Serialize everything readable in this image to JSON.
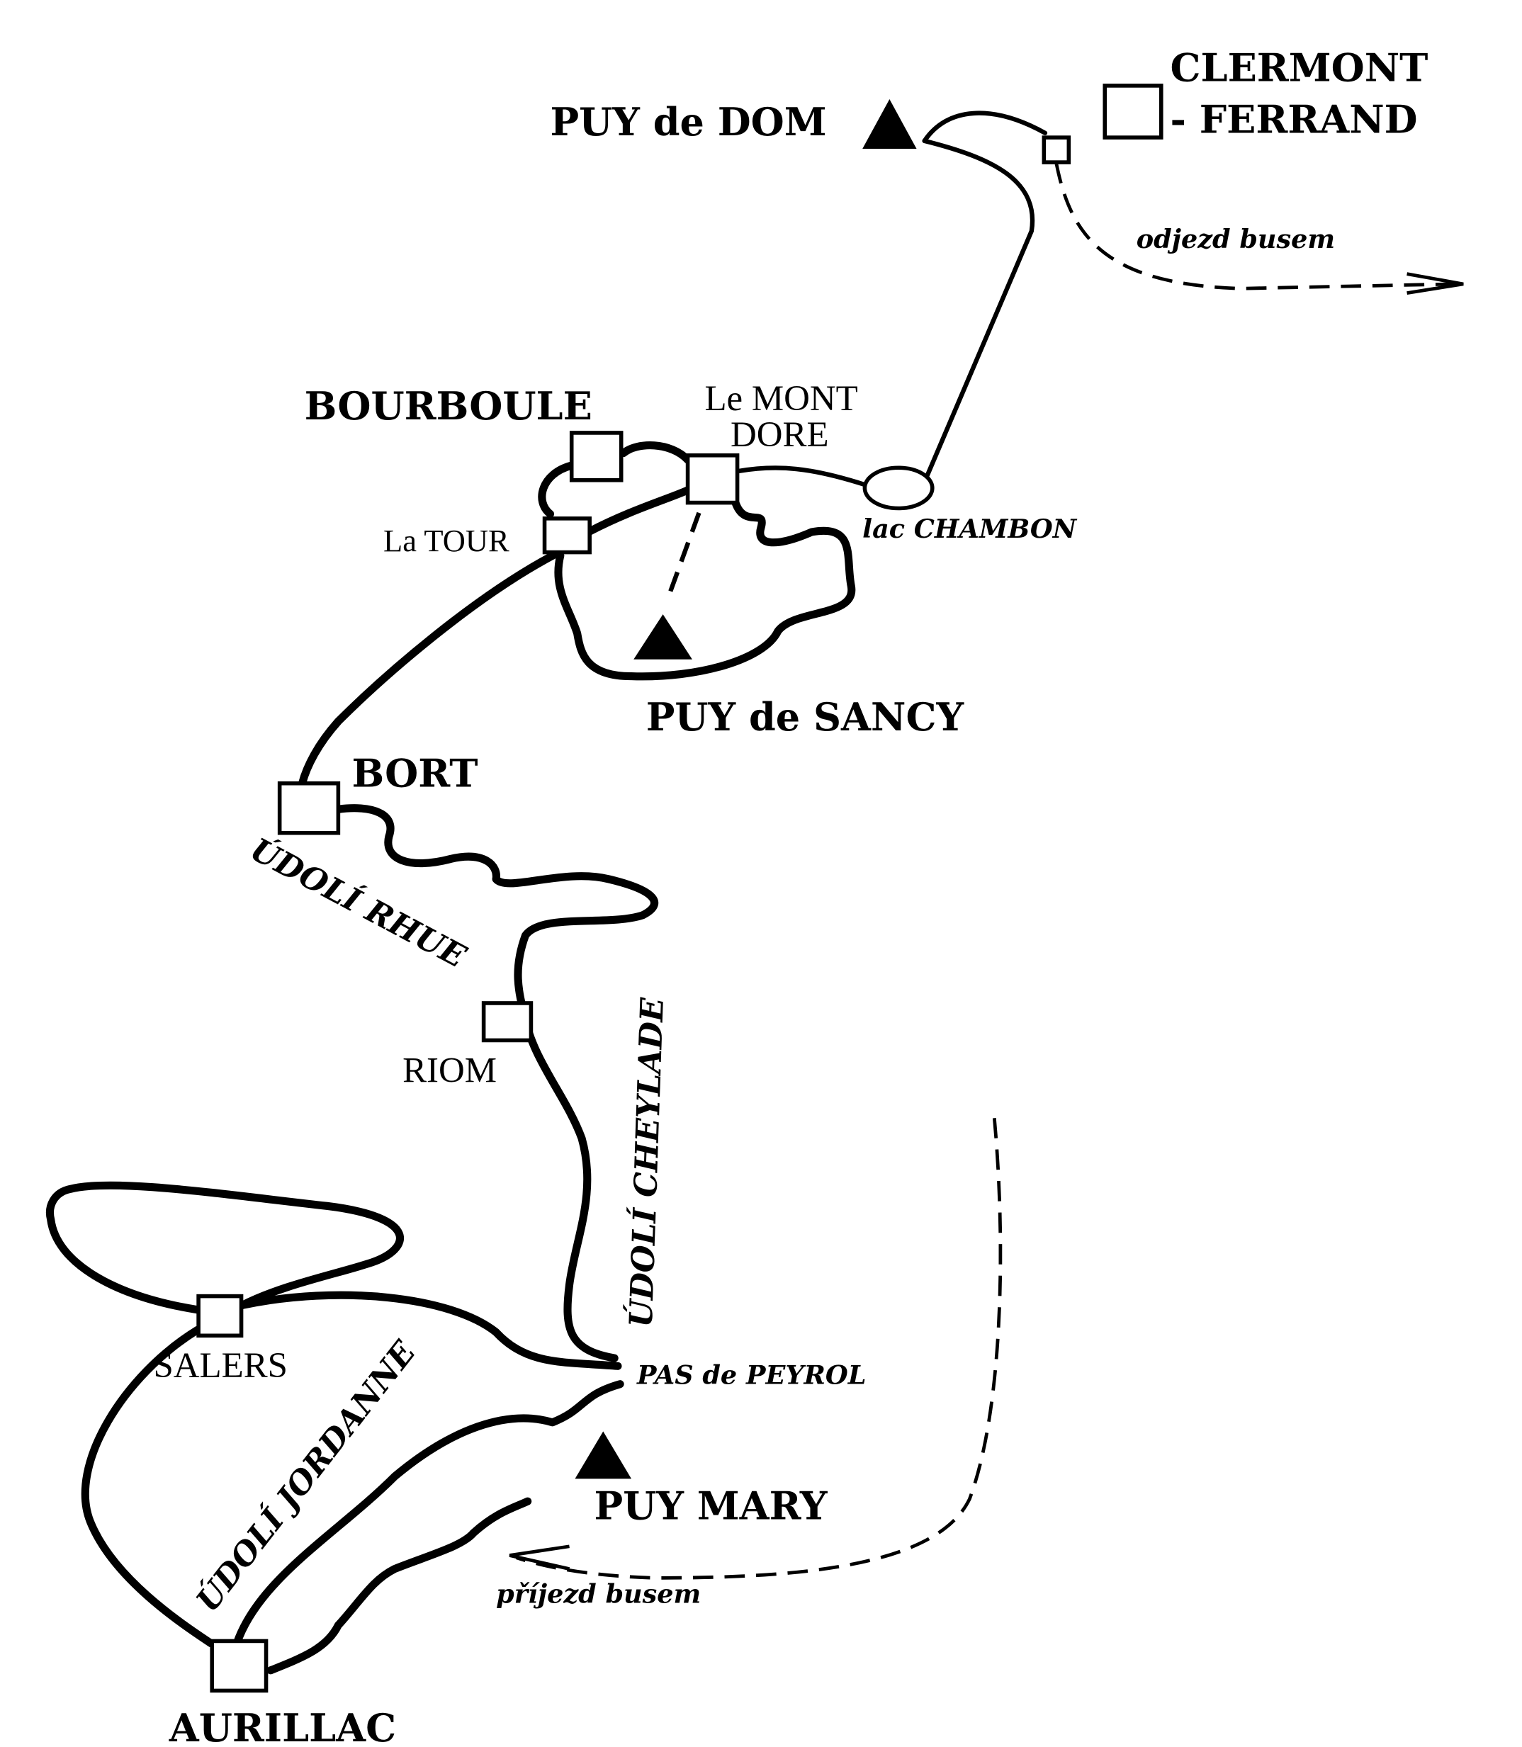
{
  "places": {
    "clermont_1": "CLERMONT",
    "clermont_2": "- FERRAND",
    "puy_de_dom": "PUY de DOM",
    "bourboule": "BOURBOULE",
    "le_mont": "Le MONT",
    "dore": "DORE",
    "la_tour": "La TOUR",
    "lac_chambon": "lac CHAMBON",
    "puy_de_sancy": "PUY de SANCY",
    "bort": "BORT",
    "riom": "RIOM",
    "pas_de_peyrol": "PAS de PEYROL",
    "puy_mary": "PUY MARY",
    "salers": "SALERS",
    "aurillac": "AURILLAC"
  },
  "valleys": {
    "rhue": "ÚDOLÍ RHUE",
    "cheylade": "ÚDOLÍ CHEYLADE",
    "jordanne": "ÚDOLÍ JORDANNE"
  },
  "bus": {
    "departure": "odjezd busem",
    "arrival": "příjezd busem"
  }
}
